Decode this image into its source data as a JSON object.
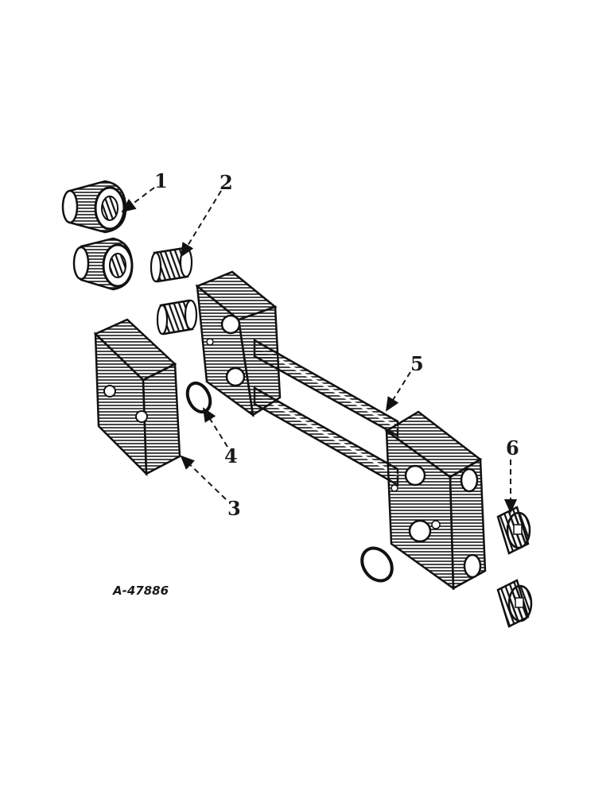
{
  "figure_ref": "A-47886",
  "callouts": [
    {
      "number": "1",
      "part": "hose-fitting"
    },
    {
      "number": "2",
      "part": "pipe-nipple"
    },
    {
      "number": "3",
      "part": "manifold-block"
    },
    {
      "number": "4",
      "part": "o-ring"
    },
    {
      "number": "5",
      "part": "manifold-assembly"
    },
    {
      "number": "6",
      "part": "pipe-plug"
    }
  ]
}
